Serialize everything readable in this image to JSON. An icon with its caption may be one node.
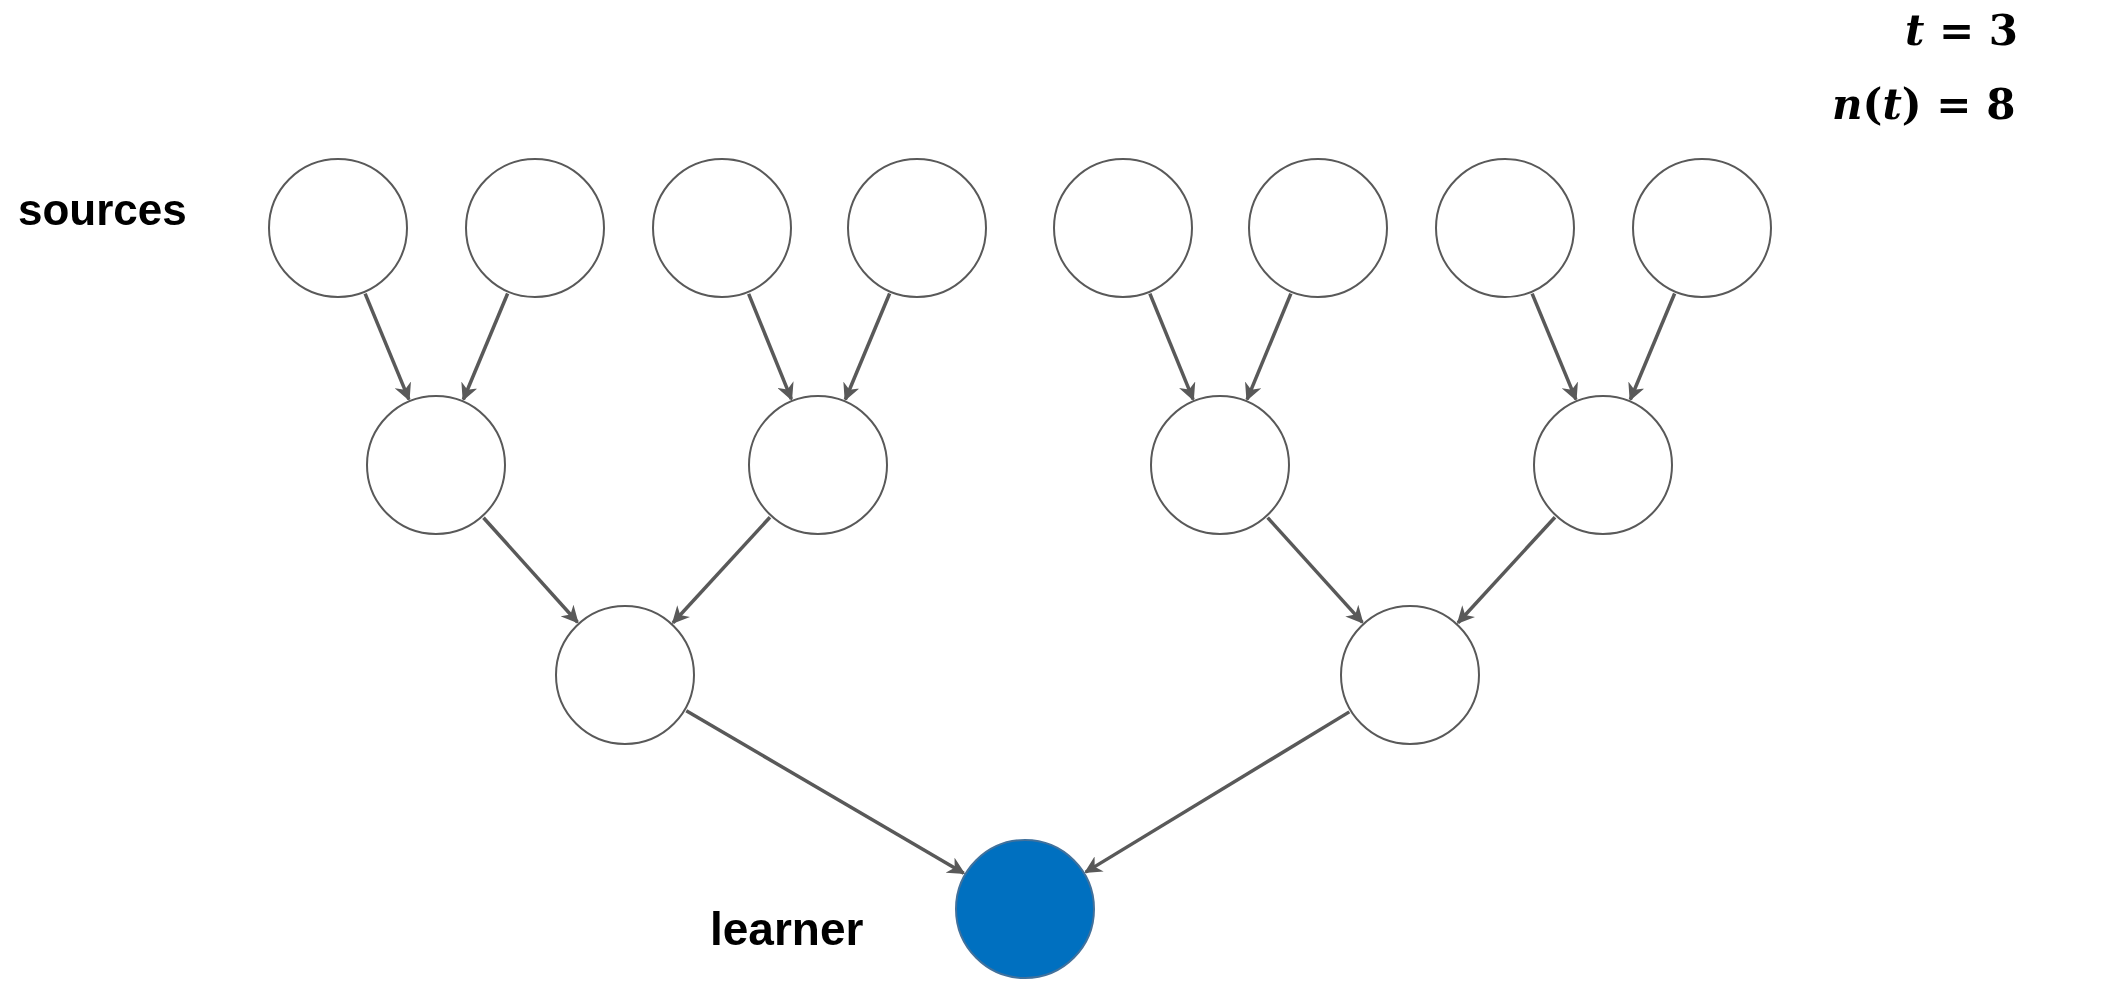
{
  "diagram": {
    "nodes": [
      {
        "text": [],
        "shape": "circle"
      },
      {
        "text": [],
        "shape": "circle"
      },
      {
        "text": [],
        "shape": "circle"
      },
      {
        "text": [],
        "shape": "circle"
      },
      {
        "text": [],
        "shape": "circle"
      },
      {
        "text": [],
        "shape": "circle"
      },
      {
        "text": [],
        "shape": "circle"
      },
      {
        "text": [],
        "shape": "circle"
      },
      {
        "text": [],
        "shape": "circle"
      },
      {
        "text": [],
        "shape": "circle"
      },
      {
        "text": [],
        "shape": "circle"
      },
      {
        "text": [],
        "shape": "circle"
      },
      {
        "text": [],
        "shape": "circle"
      },
      {
        "text": [],
        "shape": "circle"
      },
      {
        "text": [],
        "shape": "circle",
        "beside": [
          "learner"
        ]
      }
    ],
    "edges": [
      {
        "from": 0,
        "to": 8,
        "arrow": "to"
      },
      {
        "from": 1,
        "to": 8,
        "arrow": "to"
      },
      {
        "from": 2,
        "to": 9,
        "arrow": "to"
      },
      {
        "from": 3,
        "to": 9,
        "arrow": "to"
      },
      {
        "from": 4,
        "to": 10,
        "arrow": "to"
      },
      {
        "from": 5,
        "to": 10,
        "arrow": "to"
      },
      {
        "from": 6,
        "to": 11,
        "arrow": "to"
      },
      {
        "from": 7,
        "to": 11,
        "arrow": "to"
      },
      {
        "from": 8,
        "to": 12,
        "arrow": "to"
      },
      {
        "from": 9,
        "to": 12,
        "arrow": "to"
      },
      {
        "from": 10,
        "to": 13,
        "arrow": "to"
      },
      {
        "from": 11,
        "to": 13,
        "arrow": "to"
      },
      {
        "from": 12,
        "to": 14,
        "arrow": "to"
      },
      {
        "from": 13,
        "to": 14,
        "arrow": "to"
      }
    ],
    "labels": [
      "*t* = 3",
      "*n*(*t*) = 8",
      "sources"
    ]
  }
}
